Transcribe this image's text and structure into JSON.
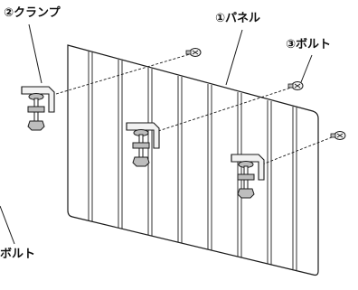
{
  "labels": {
    "clamp": "②クランプ",
    "panel": "①パネル",
    "bolt": "③ボルト",
    "bolt_partial": "ボルト"
  },
  "colors": {
    "line": "#1a1a1a",
    "panel_fill": "#ffffff",
    "hardware_fill": "#f2f2f2",
    "hardware_shade": "#bdbdbd"
  }
}
